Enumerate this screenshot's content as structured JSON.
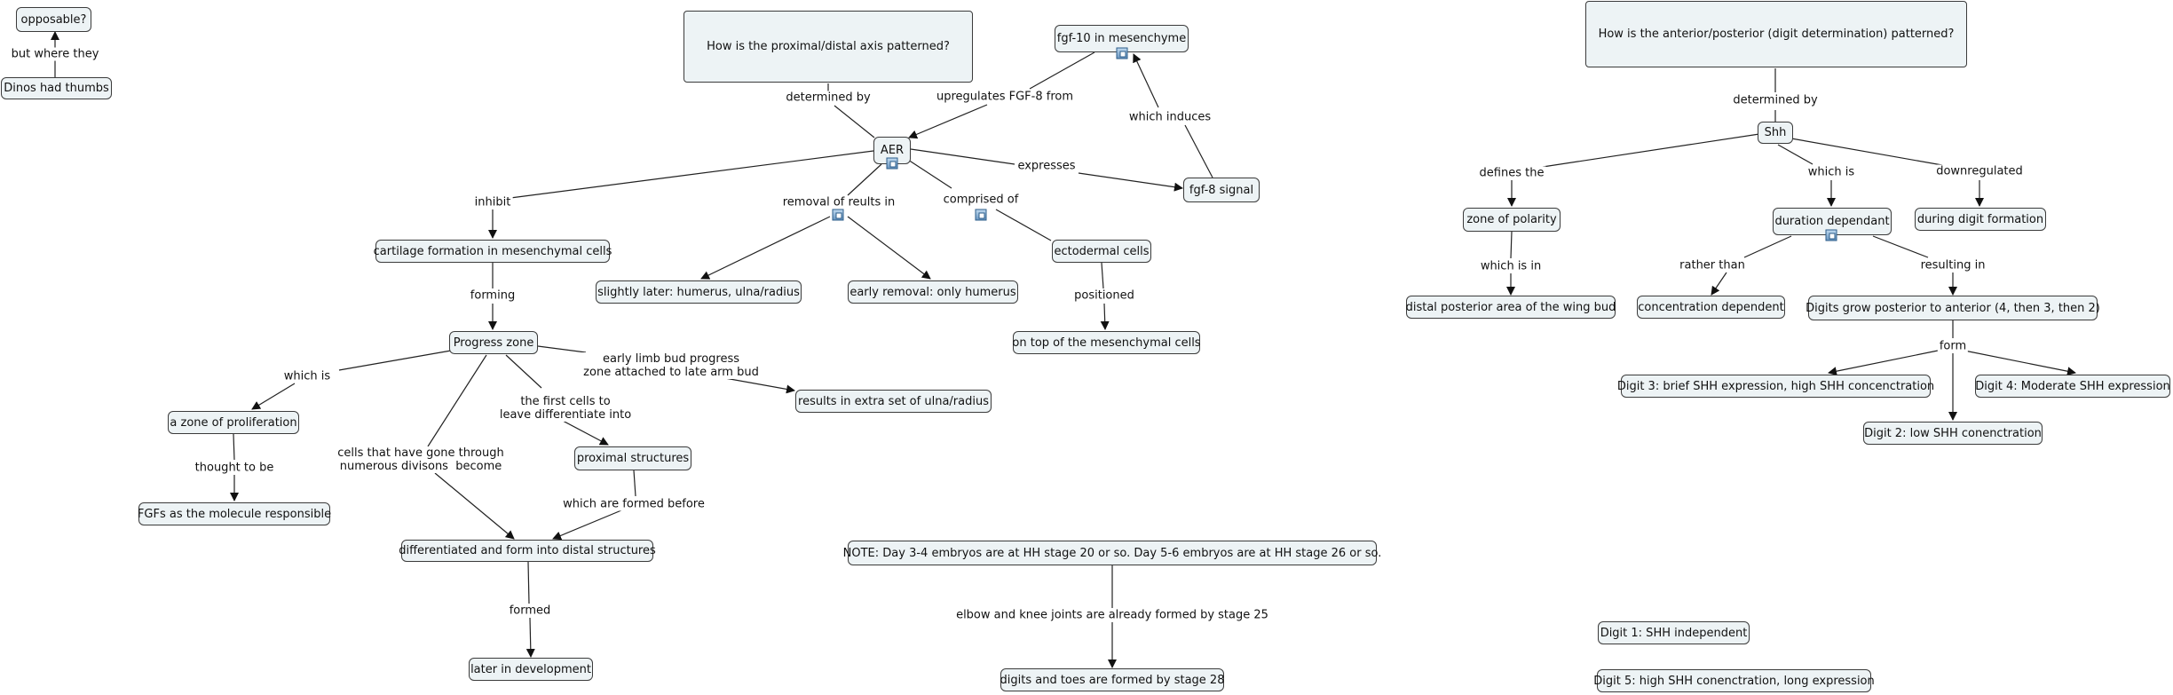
{
  "concepts": {
    "opposable": "opposable?",
    "dinos_thumbs": "Dinos had thumbs",
    "prox_question": "How is the proximal/distal axis patterned?",
    "fgf10": "fgf-10 in mesenchyme",
    "ap_question": "How is the anterior/posterior (digit determination) patterned?",
    "aer": "AER",
    "fgf8": "fgf-8 signal",
    "shh": "Shh",
    "cartilage": "cartilage formation in mesenchymal cells",
    "ectodermal": "ectodermal cells",
    "zone_polarity": "zone of polarity",
    "duration": "duration dependant",
    "during_digit": "during digit formation",
    "slightly_later": "slightly later: humerus, ulna/radius",
    "early_removal": "early removal: only humerus",
    "distal_posterior": "distal posterior area of the wing bud",
    "concentration": "concentration dependent",
    "digits_grow": "Digits grow posterior to anterior (4, then 3, then 2)",
    "progress_zone": "Progress zone",
    "on_top": "on top of the mesenchymal cells",
    "digit3": "Digit 3: brief SHH expression, high SHH concenctration",
    "digit4": "Digit 4: Moderate SHH expression",
    "extra_set": "results in extra set of ulna/radius",
    "zone_prolif": "a zone of proliferation",
    "digit2": "Digit 2: low SHH conenctration",
    "proximal": "proximal structures",
    "fgfs": "FGFs as the molecule responsible",
    "differentiated": "differentiated and form into distal structures",
    "note": "NOTE:  Day 3-4 embryos are at HH stage 20 or so.  Day 5-6 embryos are at HH stage 26 or so.",
    "digit1": "Digit 1: SHH independent",
    "later_dev": "later in development",
    "digits_toes": "digits and toes are formed by stage 28",
    "digit5": "Digit 5: high SHH conenctration, long expression"
  },
  "links": {
    "but_where": "but where they",
    "determined_by_1": "determined by",
    "upregulates": "upregulates FGF-8 from",
    "which_induces": "which induces",
    "determined_by_2": "determined by",
    "expresses": "expresses",
    "inhibit": "inhibit",
    "removal": "removal of reults in",
    "comprised": "comprised of",
    "defines": "defines the",
    "which_is_1": "which is",
    "downregulated": "downregulated",
    "forming": "forming",
    "positioned": "positioned",
    "which_is_in": "which is in",
    "rather_than": "rather than",
    "resulting_in": "resulting in",
    "form": "form",
    "early_limb": "early limb bud progress\nzone attached to late arm bud",
    "which_is_2": "which is",
    "first_cells": "the first cells to\nleave differentiate into",
    "thought": "thought to be",
    "cells_through": "cells that have gone through\nnumerous divisons  become",
    "formed_before": "which are formed before",
    "elbow": "elbow and knee joints are already formed by stage 25",
    "formed": "formed"
  },
  "icons": [
    "resource-image-icon"
  ]
}
